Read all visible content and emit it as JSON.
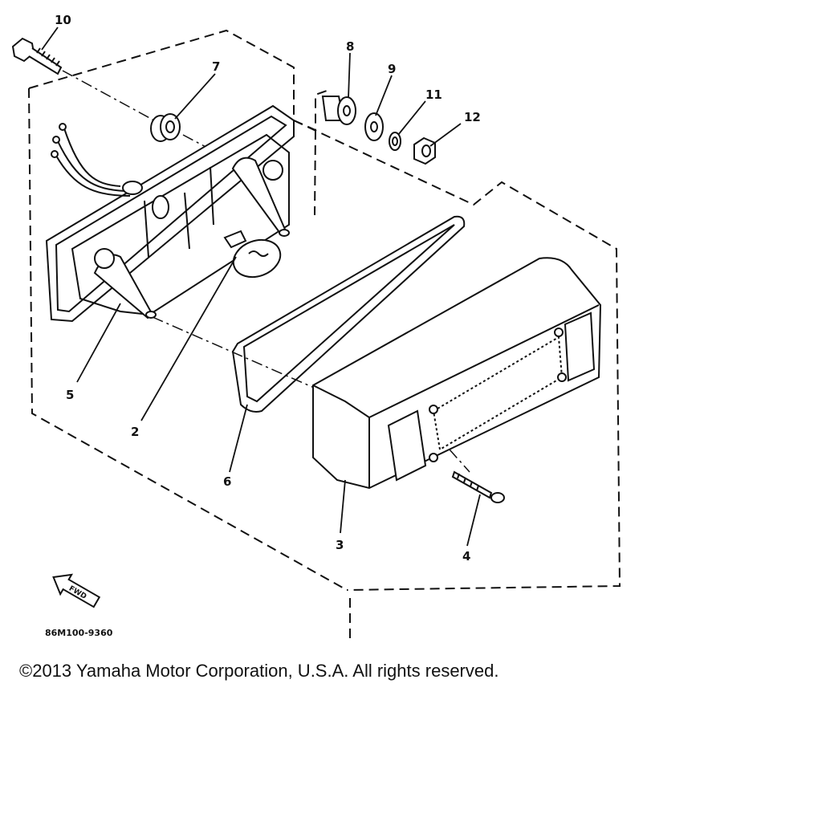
{
  "callouts": {
    "c10": "10",
    "c7": "7",
    "c8": "8",
    "c9": "9",
    "c11": "11",
    "c12": "12",
    "c5": "5",
    "c2": "2",
    "c6": "6",
    "c3": "3",
    "c4": "4"
  },
  "fwd_label": "FWD",
  "part_code": "86M100-9360",
  "copyright": "©2013 Yamaha Motor Corporation, U.S.A. All rights reserved.",
  "colors": {
    "ink": "#111111",
    "background": "#ffffff"
  }
}
